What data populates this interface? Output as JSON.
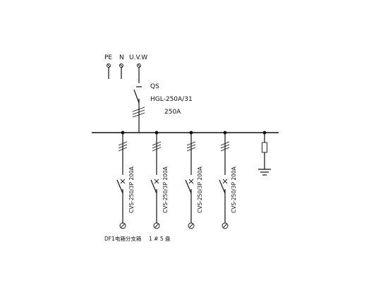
{
  "terminals": [
    {
      "label": "PE"
    },
    {
      "label": "N"
    },
    {
      "label": "U.V.W"
    }
  ],
  "main_switch": {
    "designation": "QS",
    "model": "HGL-250A/31",
    "rating": "250A"
  },
  "feeders": [
    {
      "label": "CVS-250/3P 200A"
    },
    {
      "label": "CVS-250/3P 200A"
    },
    {
      "label": "CVS-250/3P 200A"
    },
    {
      "label": "CVS-250/3P 200A"
    }
  ],
  "footer": {
    "left_note": "DF1电箱分支箱",
    "center_note": "1 # 5 盘"
  },
  "colors": {
    "line": "#111111",
    "background": "#ffffff"
  }
}
